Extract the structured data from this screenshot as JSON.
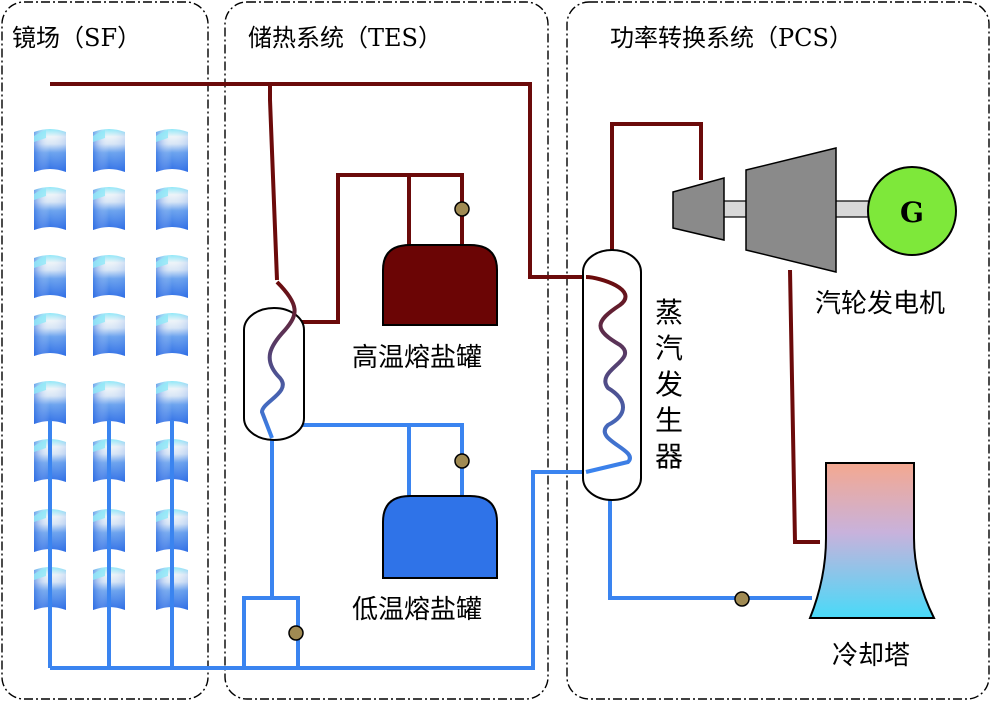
{
  "sections": {
    "sf_title": "镜场（SF）",
    "tes_title": "储热系统（TES）",
    "pcs_title": "功率转换系统（PCS）"
  },
  "labels": {
    "hot_tank": "高温熔盐罐",
    "cold_tank": "低温熔盐罐",
    "steam_gen_chars": [
      "蒸",
      "汽",
      "发",
      "生",
      "器"
    ],
    "turbine_gen": "汽轮发电机",
    "cooling_tower": "冷却塔",
    "generator_letter": "G"
  },
  "colors": {
    "hot_pipe": "#6b0a0a",
    "cold_pipe": "#3a84f0",
    "hot_tank": "#6b0505",
    "cold_tank": "#2f73e8",
    "generator": "#7ee83a",
    "turbine": "#8a8a8a",
    "pump": "#a08a52",
    "tower_top": "#f0a89a",
    "tower_bottom": "#50d8f8"
  }
}
